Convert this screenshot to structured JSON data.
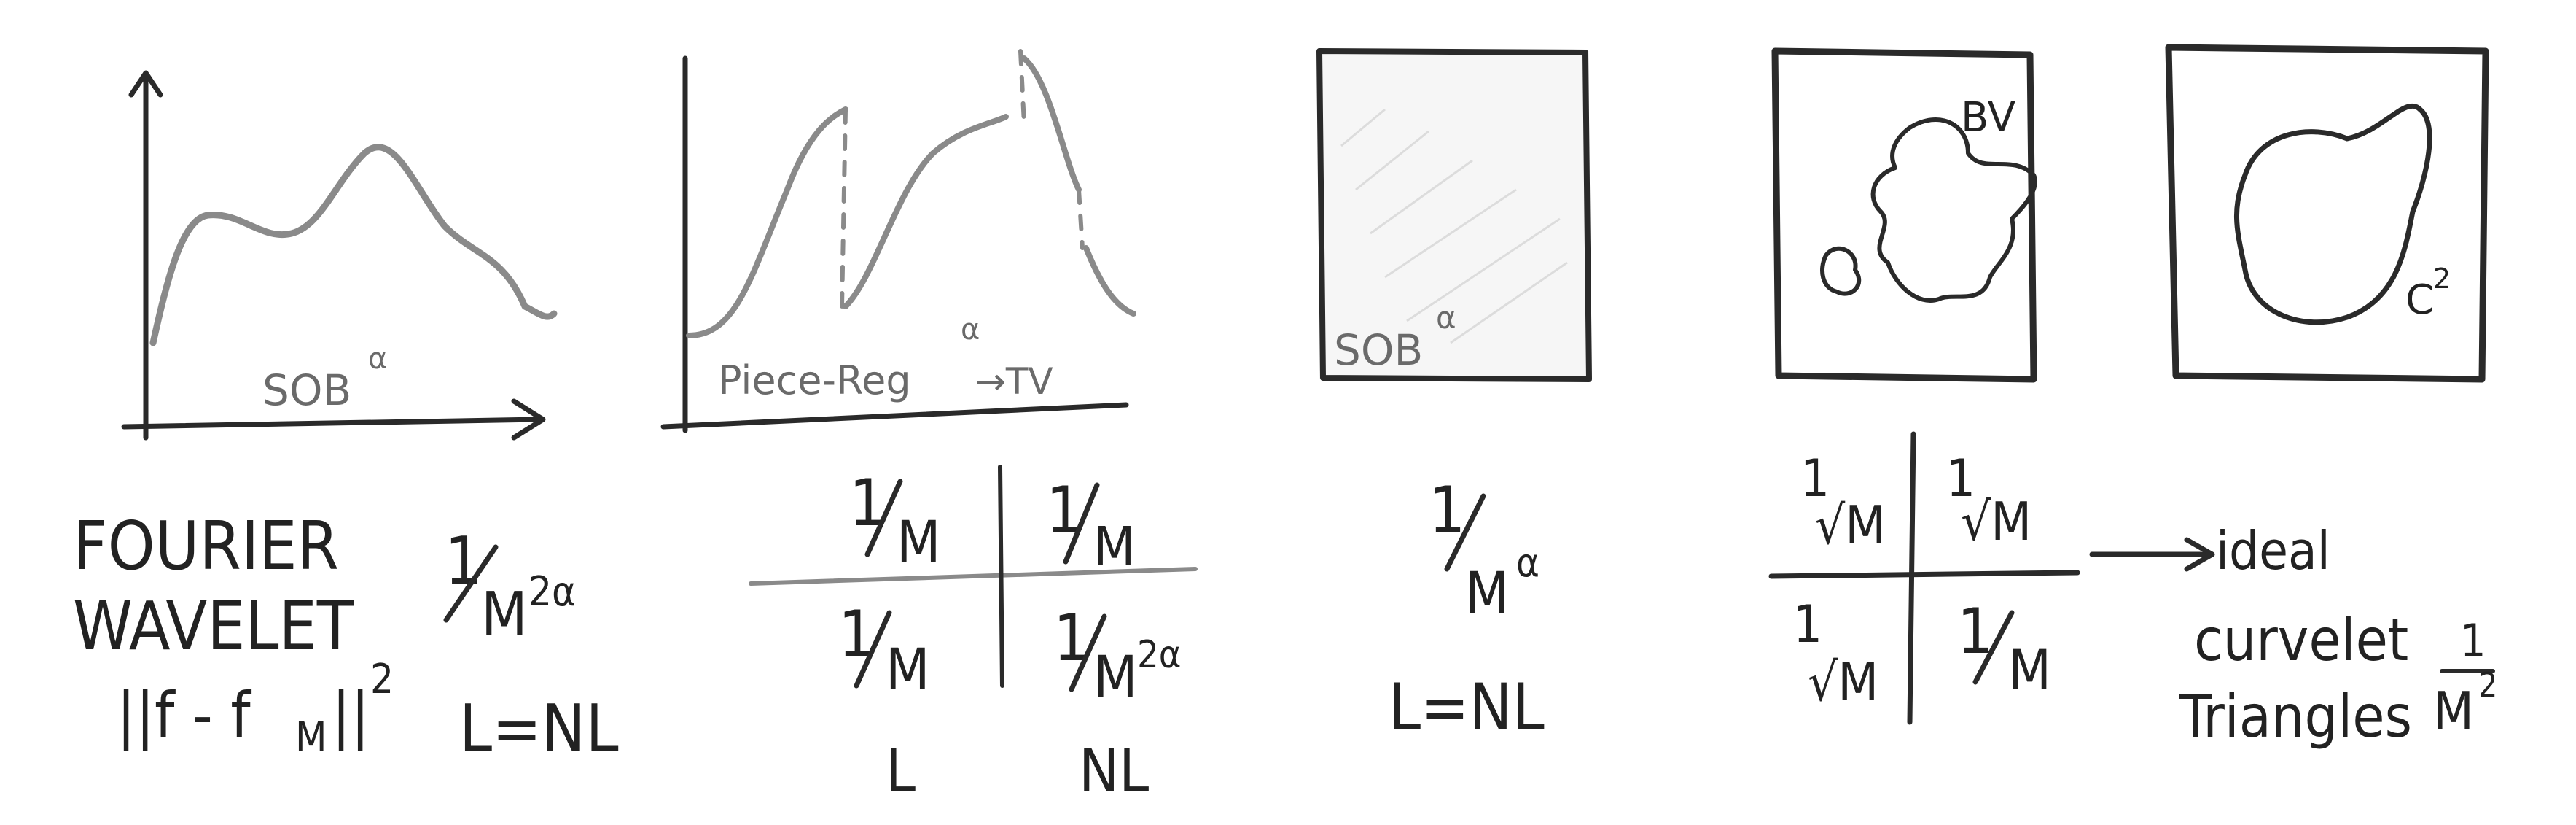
{
  "panels": {
    "p1": {
      "curve_label": "SOB",
      "curve_label_exp": "α"
    },
    "p2": {
      "curve_label": "Piece-Reg",
      "curve_label_exp": "α",
      "curve_label_arrow": "→TV"
    },
    "p3": {
      "label": "SOB",
      "label_exp": "α"
    },
    "p4": {
      "label": "BV"
    },
    "p5": {
      "label": "C",
      "label_exp": "2"
    }
  },
  "notes": {
    "left": {
      "fourier": "FOURIER",
      "wavelet": "WAVELET",
      "error": "||f - f",
      "error_sub": "M",
      "error_end": "||",
      "error_sup": "2",
      "rate_num": "1",
      "rate_den": "M",
      "rate_exp": "2α",
      "lin": "L=NL"
    },
    "grid2": {
      "tl_num": "1",
      "tl_den": "M",
      "tr_num": "1",
      "tr_den": "M",
      "bl_num": "1",
      "bl_den": "M",
      "br_num": "1",
      "br_den": "M",
      "br_exp": "2α",
      "col1": "L",
      "col2": "NL"
    },
    "p3note": {
      "num": "1",
      "den": "M",
      "exp": "α",
      "lin": "L=NL"
    },
    "grid4": {
      "tl_num": "1",
      "tl_den": "√M",
      "tr_num": "1",
      "tr_den": "√M",
      "bl_num": "1",
      "bl_den": "√M",
      "br_num": "1",
      "br_den": "M",
      "arrow_text": "ideal",
      "curvelet": "curvelet",
      "triangles": "Triangles",
      "rate_num": "1",
      "rate_den": "M",
      "rate_exp": "2"
    }
  }
}
